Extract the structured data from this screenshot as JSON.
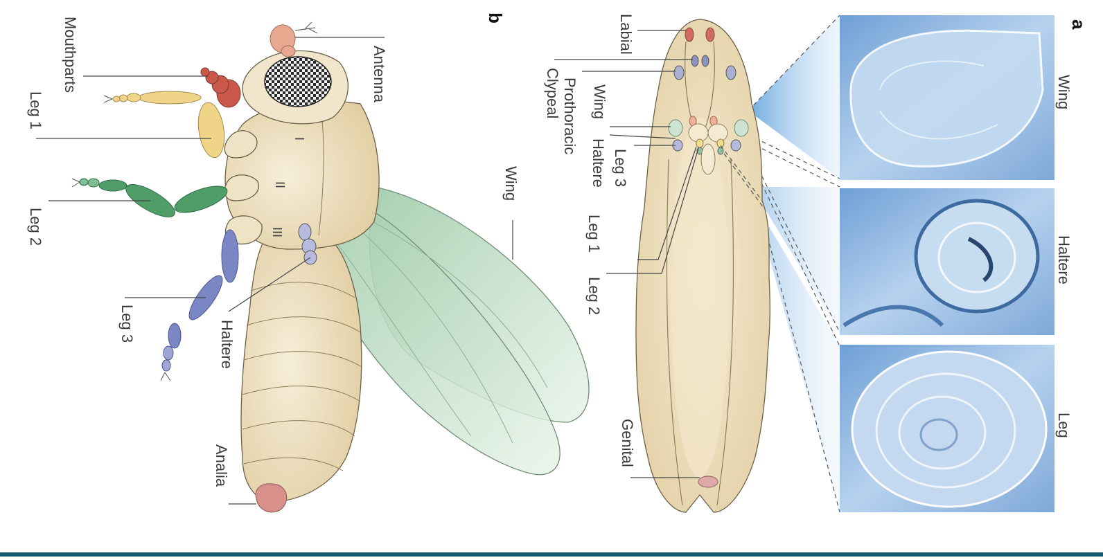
{
  "panel_a": {
    "letter": "a",
    "photo_labels": [
      "Wing",
      "Haltere",
      "Leg"
    ],
    "disc_labels": {
      "labial": "Labial",
      "clypeal": "Clypeal",
      "prothoracic": "Prothoracic",
      "wing": "Wing",
      "haltere": "Haltere",
      "leg3": "Leg 3",
      "leg1": "Leg 1",
      "leg2": "Leg 2",
      "genital": "Genital"
    }
  },
  "panel_b": {
    "letter": "b",
    "labels": {
      "antenna": "Antenna",
      "mouthparts": "Mouthparts",
      "leg1": "Leg 1",
      "leg2": "Leg 2",
      "leg3": "Leg 3",
      "haltere": "Haltere",
      "wing": "Wing",
      "analia": "Analia"
    },
    "segment_marks": [
      "I",
      "II",
      "III"
    ]
  },
  "colors": {
    "body": "#efe3c6",
    "body_shade": "#e2d0a6",
    "eye": "#222222",
    "antenna": "#e8a890",
    "mouthparts": "#c9574a",
    "leg1": "#f0d488",
    "leg2": "#4f9e6a",
    "leg3": "#7b86c4",
    "wing": "#b7d8bd",
    "analia": "#d98f8a",
    "photo_bg": "#9fc3e8",
    "frame_accent": "#1a5a73"
  }
}
